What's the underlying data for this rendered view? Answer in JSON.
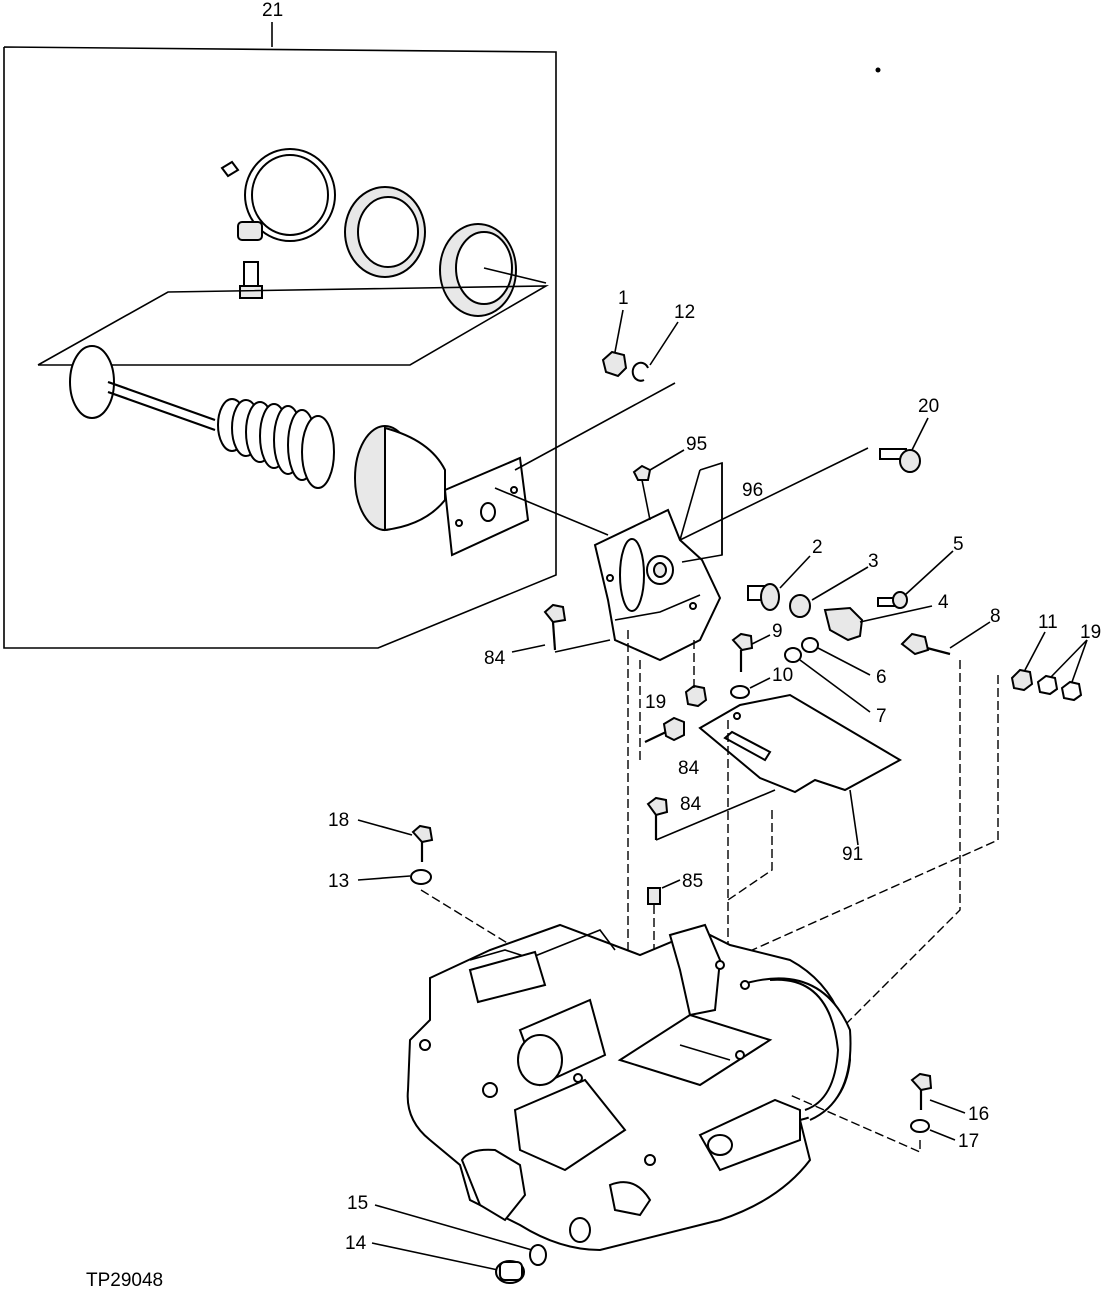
{
  "figure_id": "TP29048",
  "callouts": {
    "c21": "21",
    "c1": "1",
    "c12": "12",
    "c20": "20",
    "c95": "95",
    "c96": "96",
    "c2": "2",
    "c3": "3",
    "c5": "5",
    "c4": "4",
    "c8": "8",
    "c11": "11",
    "c19a": "19",
    "c84a": "84",
    "c9": "9",
    "c10": "10",
    "c6": "6",
    "c7": "7",
    "c19b": "19",
    "c84b": "84",
    "c84c": "84",
    "c91": "91",
    "c18": "18",
    "c13": "13",
    "c85": "85",
    "c16": "16",
    "c17": "17",
    "c15": "15",
    "c14": "14"
  }
}
